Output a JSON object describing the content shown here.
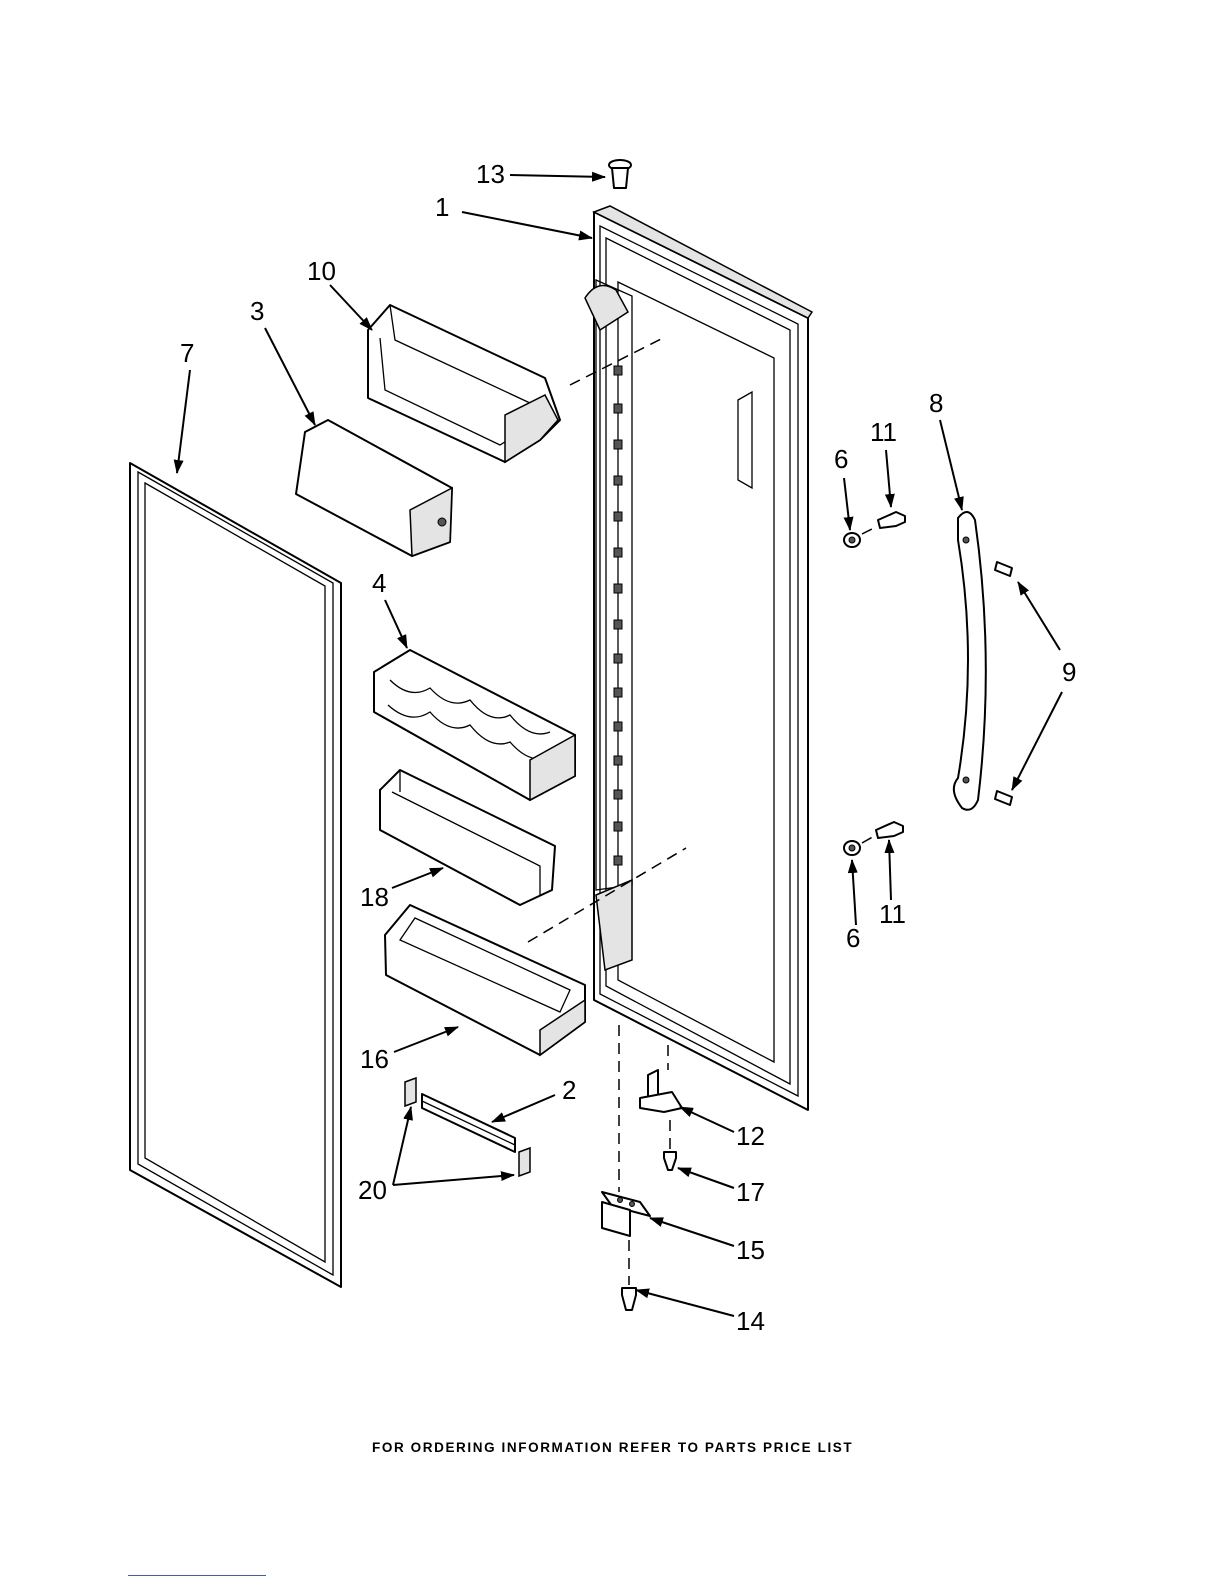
{
  "diagram": {
    "callouts": [
      "13",
      "1",
      "10",
      "3",
      "7",
      "8",
      "11",
      "6",
      "4",
      "9",
      "18",
      "11",
      "6",
      "16",
      "2",
      "12",
      "17",
      "20",
      "15",
      "14"
    ],
    "footer": "FOR ORDERING INFORMATION REFER TO PARTS PRICE LIST"
  },
  "colors": {
    "line": "#000000",
    "background": "#ffffff",
    "shade": "#e4e4e4"
  }
}
